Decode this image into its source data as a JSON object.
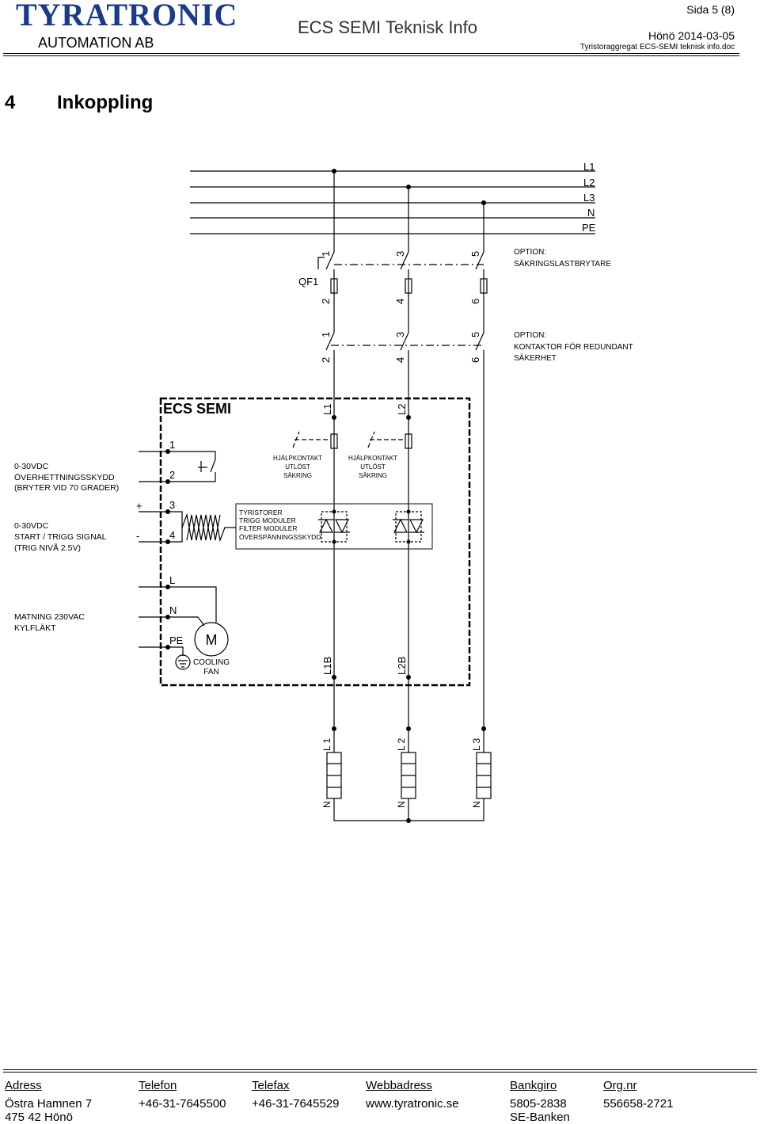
{
  "header": {
    "logo_text": "TYRATRONIC",
    "company": "AUTOMATION AB",
    "doc_title": "ECS SEMI Teknisk Info",
    "page": "Sida 5 (8)",
    "date": "Hönö 2014-03-05",
    "filename": "Tyristoraggregat ECS-SEMI teknisk info.doc"
  },
  "section": {
    "number": "4",
    "title": "Inkoppling"
  },
  "diagram": {
    "bus_labels": [
      "L1",
      "L2",
      "L3",
      "N",
      "PE"
    ],
    "qf1": "QF1",
    "switch_top_nums": [
      "1",
      "3",
      "5"
    ],
    "switch_bot_nums": [
      "2",
      "4",
      "6"
    ],
    "option1_a": "OPTION:",
    "option1_b": "SÄKRINGSLASTBRYTARE",
    "option2_a": "OPTION:",
    "option2_b": "KONTAKTOR FÖR REDUNDANT",
    "option2_c": "SÄKERHET",
    "unit_title": "ECS SEMI",
    "unit_l1": "L1",
    "unit_l2": "L2",
    "aux_label_1": "HJÄLPKONTAKT",
    "aux_label_2": "UTLÖST",
    "aux_label_3": "SÄKRING",
    "terminals": [
      "1",
      "2",
      "3",
      "4",
      "L",
      "N",
      "PE"
    ],
    "sig1_a": "0-30VDC",
    "sig1_b": "ÖVERHETTNINGSSKYDD",
    "sig1_c": "(BRYTER VID 70 GRADER)",
    "sig2_a": "0-30VDC",
    "sig2_b": "START / TRIGG SIGNAL",
    "sig2_c": "(TRIG NIVÅ 2.5V)",
    "plus": "+",
    "minus": "-",
    "module_1": "TYRISTORER",
    "module_2": "TRIGG MODULER",
    "module_3": "FILTER MODULER",
    "module_4": "ÖVERSPÄNNINGSSKYDD",
    "feed_a": "MATNING 230VAC",
    "feed_b": "KYLFLÄKT",
    "motor": "M",
    "fan_1": "COOLING",
    "fan_2": "FAN",
    "l1b": "L1B",
    "l2b": "L2B",
    "load_top": [
      "L 1",
      "L 2",
      "L 3"
    ],
    "load_bot": [
      "N",
      "N",
      "N"
    ]
  },
  "footer": {
    "columns": [
      {
        "head": "Adress",
        "line1": "Östra Hamnen 7",
        "line2": "475 42 Hönö"
      },
      {
        "head": "Telefon",
        "line1": "+46-31-7645500",
        "line2": ""
      },
      {
        "head": "Telefax",
        "line1": "+46-31-7645529",
        "line2": ""
      },
      {
        "head": "Webbadress",
        "line1": "www.tyratronic.se",
        "line2": ""
      },
      {
        "head": "Bankgiro",
        "line1": "5805-2838",
        "line2": "SE-Banken"
      },
      {
        "head": "Org.nr",
        "line1": "556658-2721",
        "line2": ""
      }
    ]
  },
  "colors": {
    "logo_blue": "#1b3a8a",
    "logo_orange": "#f08a1c"
  }
}
